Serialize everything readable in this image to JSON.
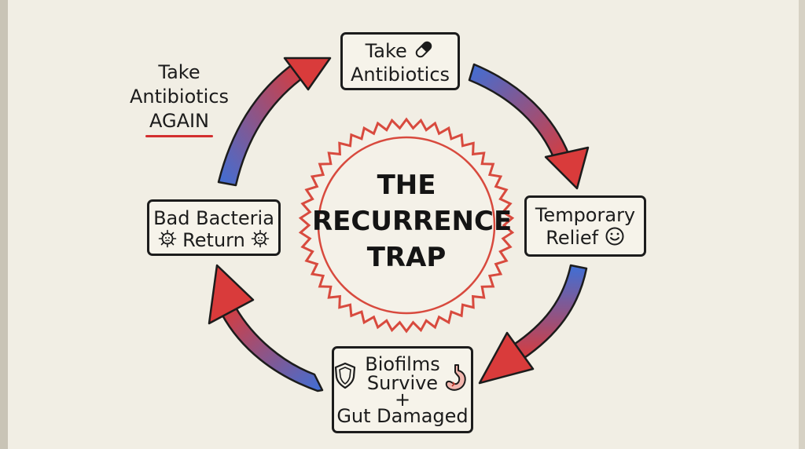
{
  "diagram": {
    "title_lines": [
      "THE",
      "RECURRENCE",
      "TRAP"
    ],
    "nodes": {
      "take_antibiotics": {
        "lines": [
          "Take",
          "Antibiotics"
        ],
        "icon": "pill-icon"
      },
      "temporary_relief": {
        "lines": [
          "Temporary",
          "Relief"
        ],
        "icon": "smiley-icon"
      },
      "biofilms": {
        "lines": [
          "Biofilms",
          "Survive",
          "+",
          "Gut Damaged"
        ],
        "icons": [
          "shield-icon",
          "stomach-icon"
        ]
      },
      "bad_bacteria": {
        "lines": [
          "Bad Bacteria",
          "Return"
        ],
        "icons": [
          "bacteria-icon",
          "bacteria-icon"
        ]
      }
    },
    "side_note": {
      "lines": [
        "Take",
        "Antibiotics",
        "AGAIN"
      ]
    },
    "colors": {
      "arrow_red": "#d93b3b",
      "arrow_blue": "#3f6fd6",
      "starburst": "#d84a3e",
      "ink": "#1c1c1c"
    }
  }
}
